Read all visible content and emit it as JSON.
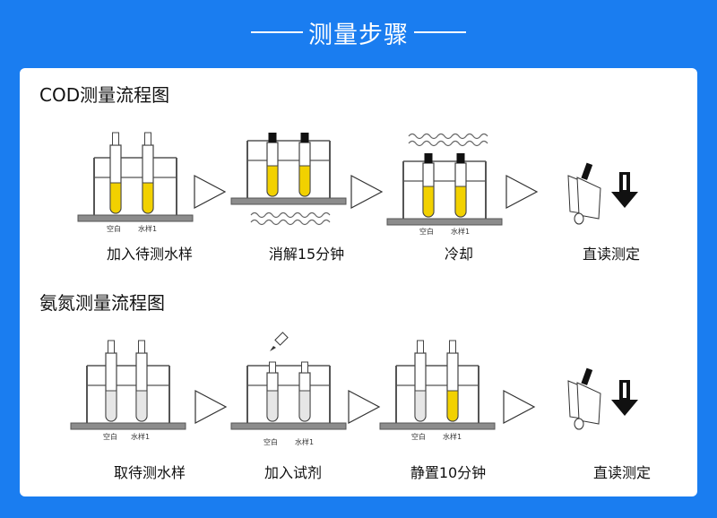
{
  "header": {
    "title": "测量步骤"
  },
  "cod": {
    "title": "COD测量流程图",
    "steps": [
      "加入待测水样",
      "消解15分钟",
      "冷却",
      "直读测定"
    ]
  },
  "ammonia": {
    "title": "氨氮测量流程图",
    "steps": [
      "取待测水样",
      "加入试剂",
      "静置10分钟",
      "直读测定"
    ]
  },
  "tube_labels": {
    "blank": "空白",
    "sample": "水样1"
  },
  "colors": {
    "background": "#1a7df0",
    "liquid_yellow": "#f2d100",
    "liquid_clear": "#e6e6e6",
    "base_gray": "#8c8c8c"
  }
}
